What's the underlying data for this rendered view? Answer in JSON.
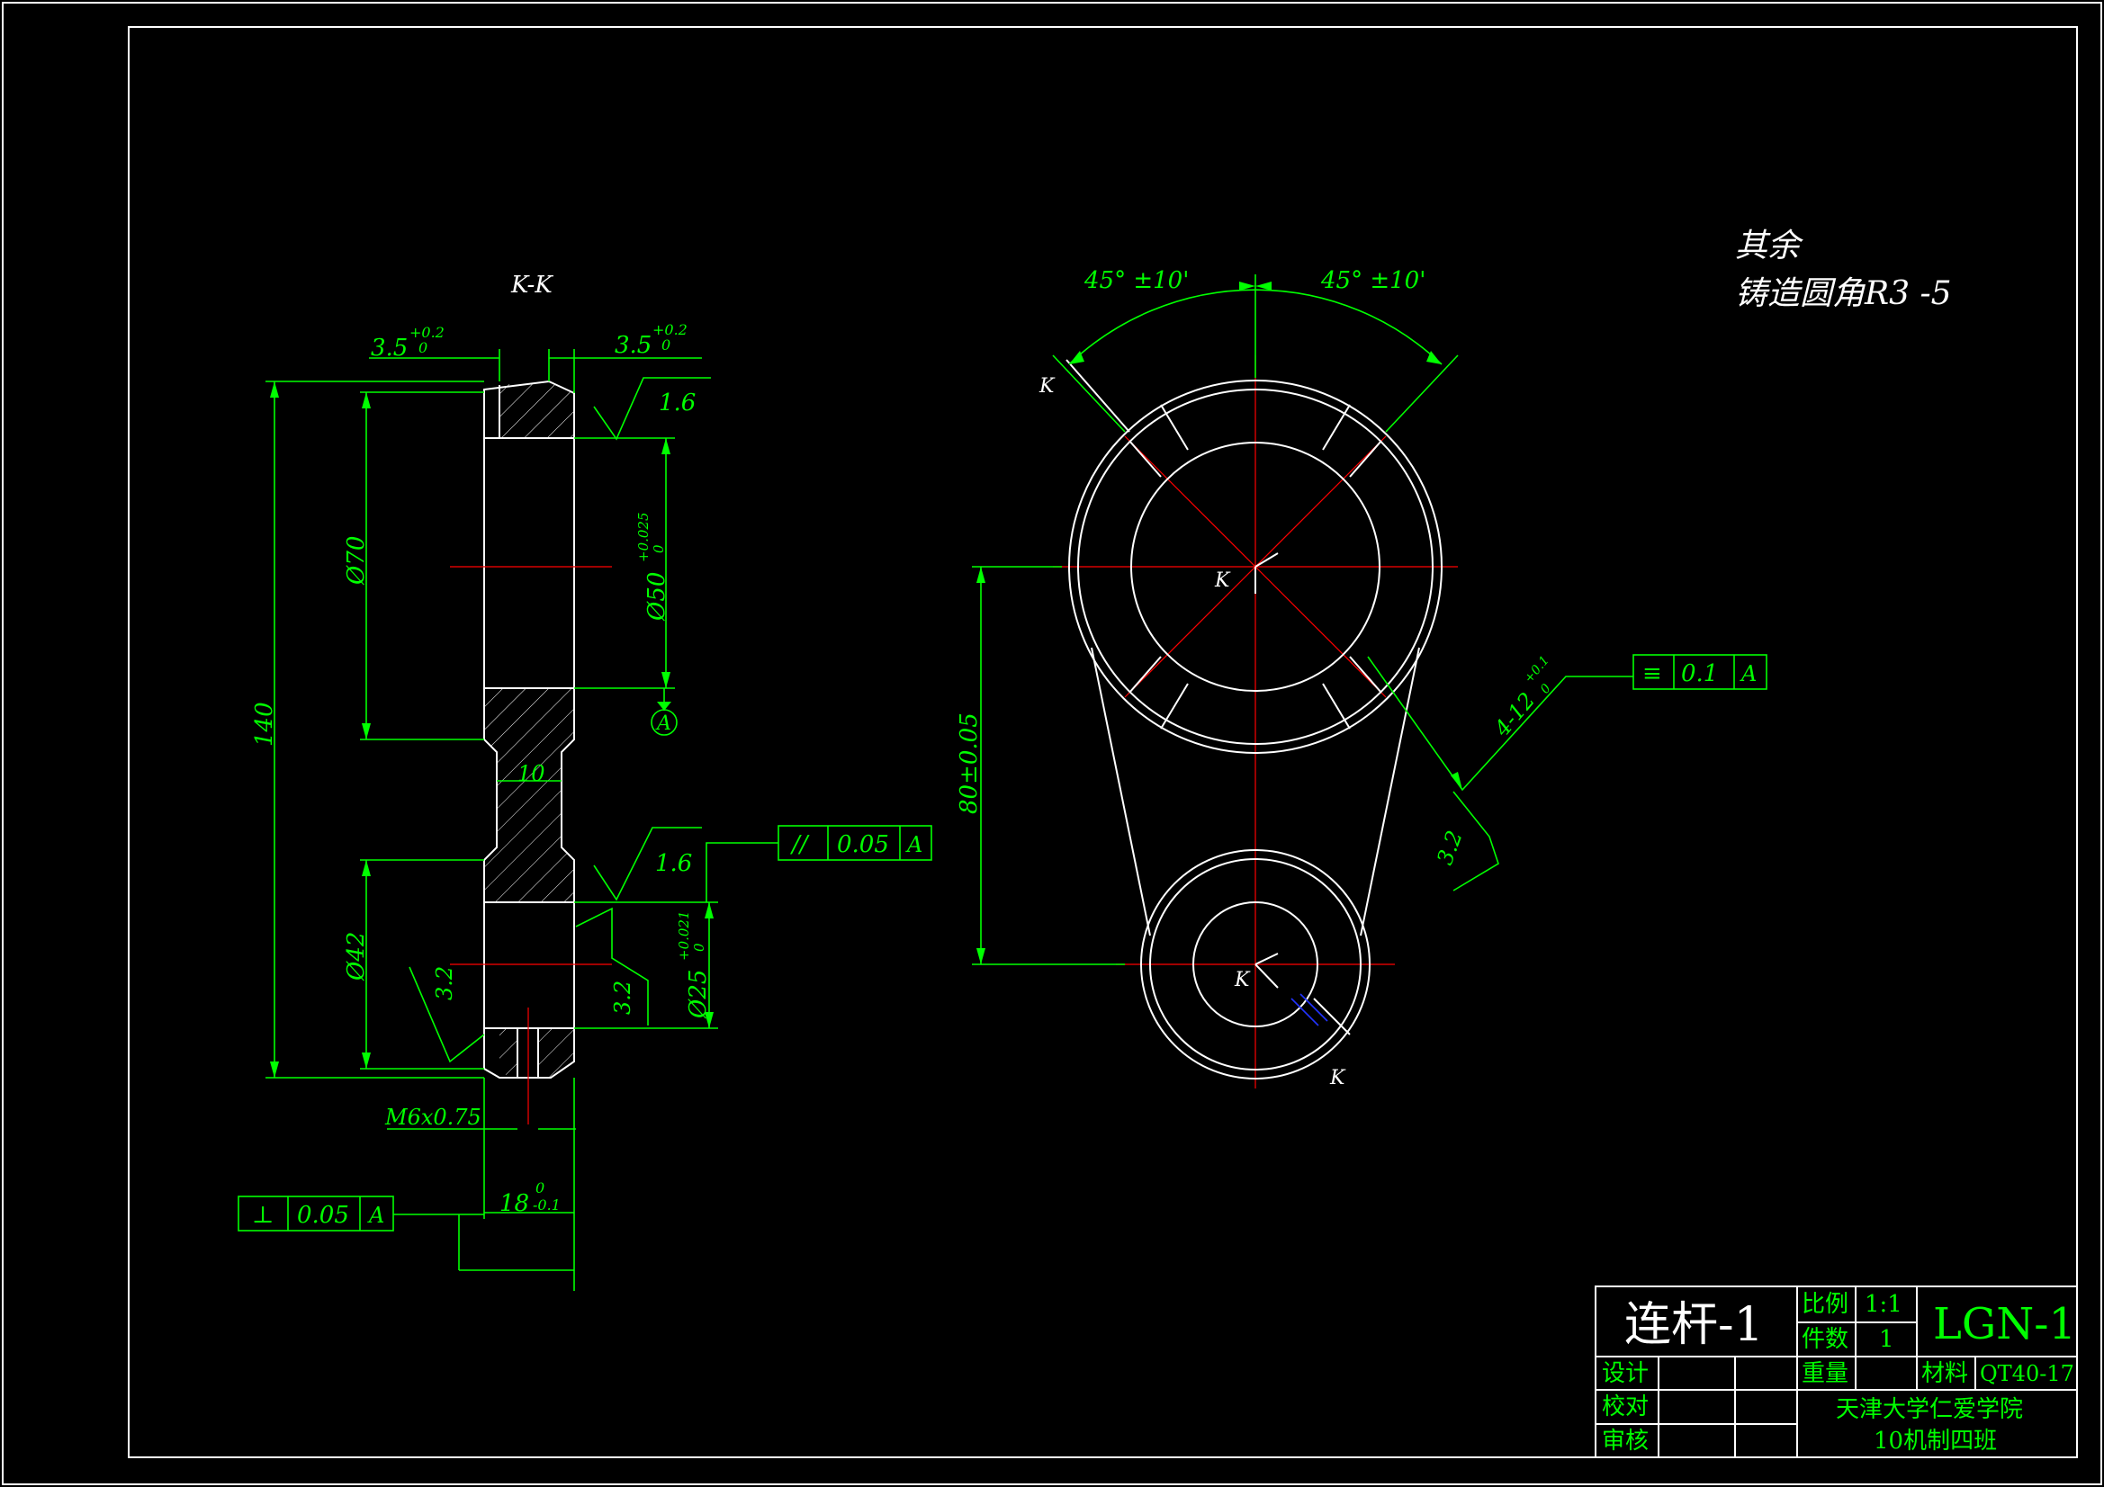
{
  "notes": {
    "line1": "其余",
    "line2": "铸造圆角R3  -5"
  },
  "section_label": "K-K",
  "left_view": {
    "dim_top_left": "3.5",
    "dim_top_right": "3.5",
    "tol_plus": "+0.2",
    "tol_zero": "0",
    "dim_140": "140",
    "dim_70": "Ø70",
    "dim_42": "Ø42",
    "dim_10": "10",
    "dim_50": "Ø50",
    "dim_50_tol_plus": "+0.025",
    "dim_50_tol_zero": "0",
    "dim_25": "Ø25",
    "dim_25_tol_plus": "+0.021",
    "dim_25_tol_zero": "0",
    "rough_1": "1.6",
    "rough_2": "1.6",
    "rough_3": "3.2",
    "rough_4": "3.2",
    "thread": "M6x0.75",
    "dim_18": "18",
    "dim_18_tol_top": "0",
    "dim_18_tol_bot": "-0.1",
    "datum": "A",
    "fcf_parallel": {
      "symbol": "//",
      "value": "0.05",
      "datum": "A"
    },
    "fcf_perp": {
      "symbol": "⊥",
      "value": "0.05",
      "datum": "A"
    }
  },
  "right_view": {
    "angle_left": "45° ±10'",
    "angle_right": "45° ±10'",
    "dim_80": "80±0.05",
    "k_labels": [
      "K",
      "K",
      "K",
      "K"
    ],
    "hole_dim": "4-12",
    "hole_tol_plus": "+0.1",
    "hole_tol_zero": "0",
    "rough": "3.2",
    "fcf_sym": {
      "symbol": "≡",
      "value": "0.1",
      "datum": "A"
    }
  },
  "title_block": {
    "part_name": "连杆-1",
    "scale_label": "比例",
    "scale_value": "1:1",
    "qty_label": "件数",
    "qty_value": "1",
    "weight_label": "重量",
    "material_label": "材料",
    "material_value": "QT40-17",
    "drawing_no": "LGN-1",
    "design": "设计",
    "check": "校对",
    "review": "审核",
    "school": "天津大学仁爱学院",
    "class_name": "10机制四班"
  }
}
